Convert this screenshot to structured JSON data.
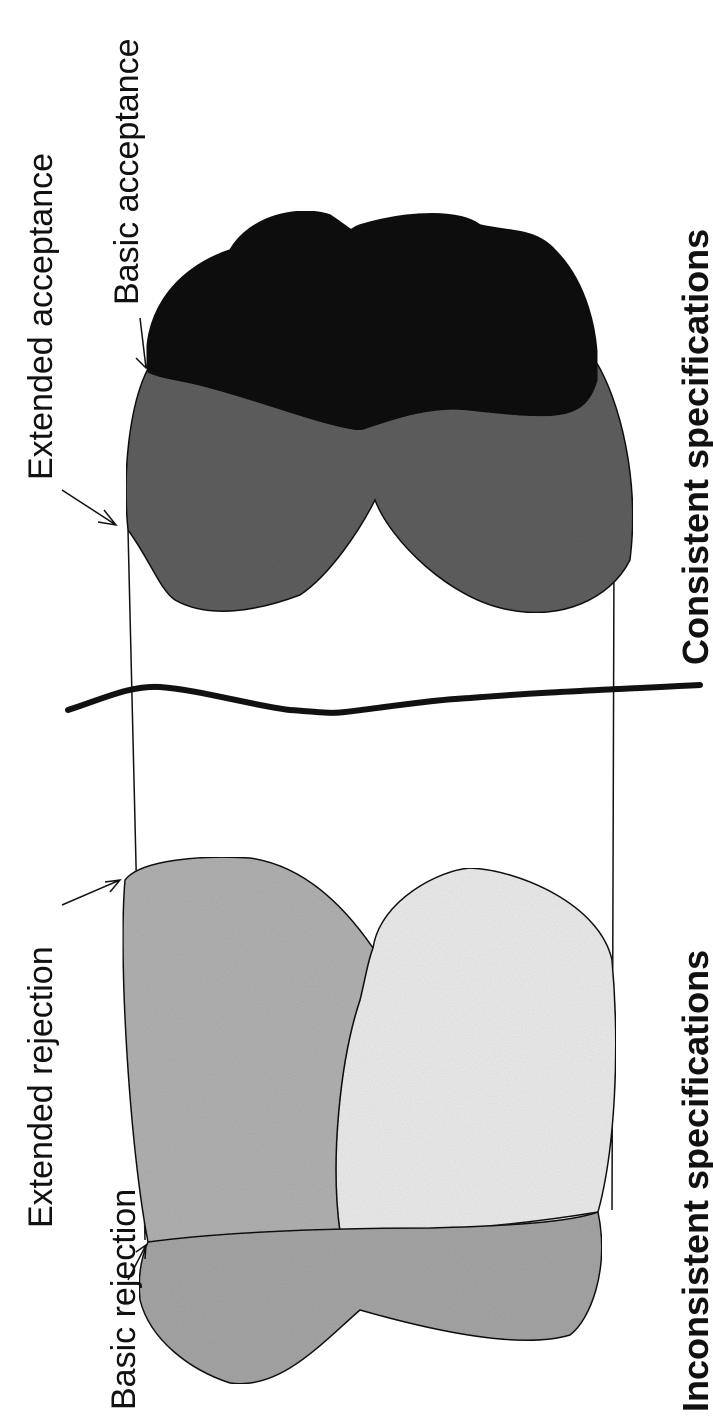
{
  "diagram": {
    "labels": {
      "extended_acceptance": "Extended acceptance",
      "basic_acceptance": "Basic acceptance",
      "extended_rejection": "Extended rejection",
      "basic_rejection": "Basic rejection"
    },
    "captions": {
      "consistent": "Consistent specifications",
      "inconsistent": "Inconsistent specifications"
    },
    "colors": {
      "basic_acceptance": "#0d0d0d",
      "extended_acceptance": "#5f5f5f",
      "extended_rejection": "#b2b2b2",
      "basic_rejection": "#a6a6a6",
      "inconsistent_remainder": "#ececec",
      "outline": "#111111"
    }
  }
}
